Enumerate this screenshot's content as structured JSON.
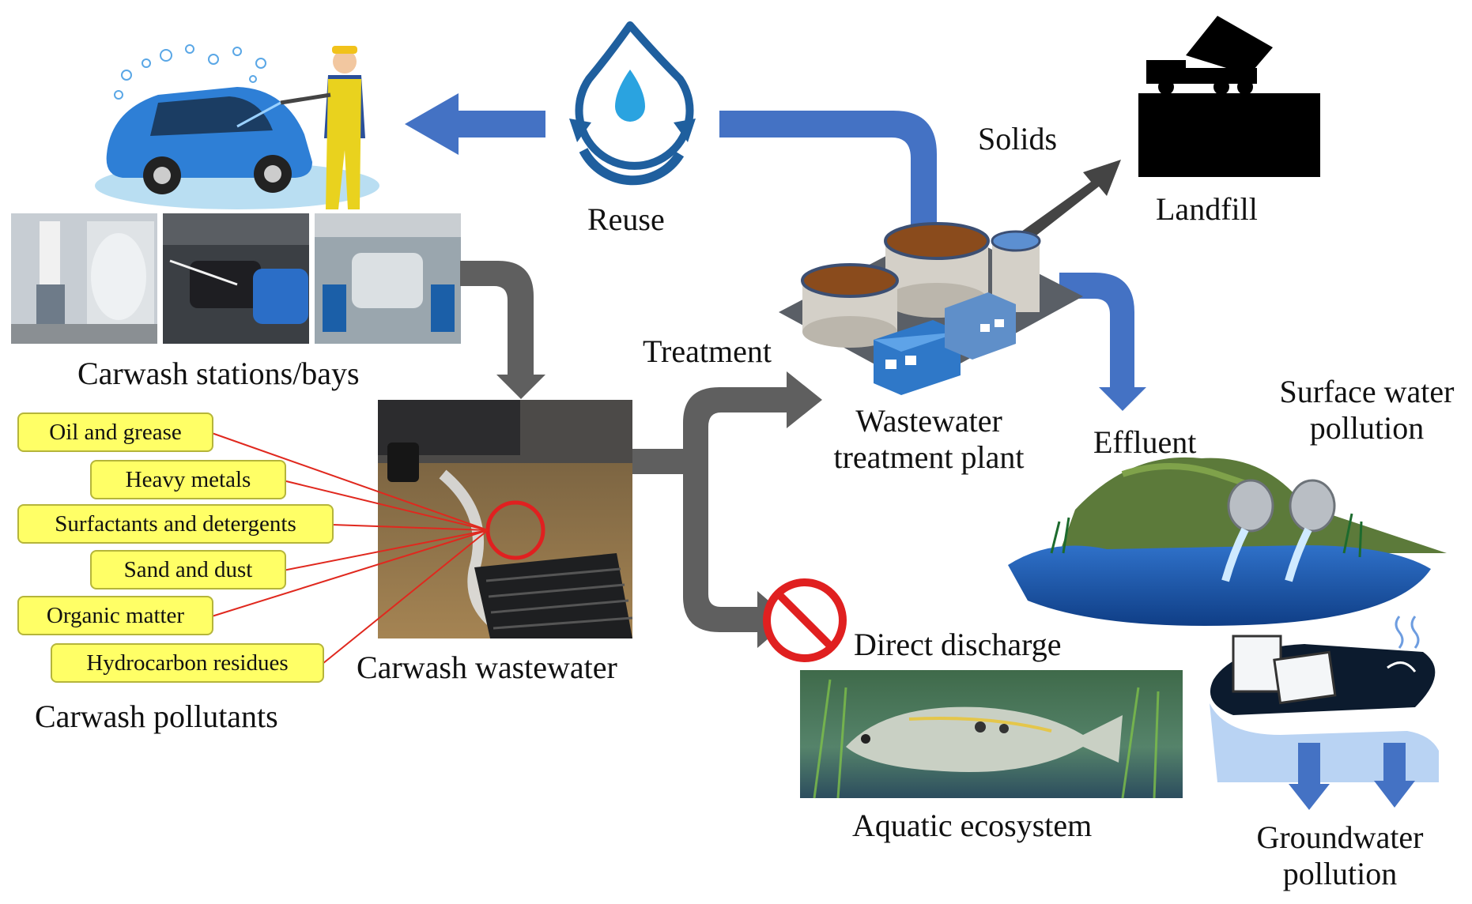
{
  "labels": {
    "reuse": "Reuse",
    "solids": "Solids",
    "landfill": "Landfill",
    "stations": "Carwash stations/bays",
    "treatment": "Treatment",
    "wwtp_line1": "Wastewater",
    "wwtp_line2": "treatment plant",
    "effluent": "Effluent",
    "surface_line1": "Surface water",
    "surface_line2": "pollution",
    "carwash_wastewater": "Carwash wastewater",
    "direct_discharge": "Direct discharge",
    "aquatic": "Aquatic ecosystem",
    "pollutants_title": "Carwash pollutants",
    "ground_line1": "Groundwater",
    "ground_line2": "pollution"
  },
  "pollutants": [
    "Oil and grease",
    "Heavy metals",
    "Surfactants and detergents",
    "Sand and dust",
    "Organic matter",
    "Hydrocarbon residues"
  ],
  "colors": {
    "blue_arrow": "#4472c4",
    "grey_arrow": "#5f5f5f",
    "pollutant_box": "#ffff66",
    "link_line": "#e0281e",
    "prohibition": "#e02020"
  },
  "icons": [
    "water-reuse-icon",
    "car-wash-illustration",
    "dump-truck-icon",
    "treatment-plant-illustration",
    "pipe-outfall-illustration",
    "leaking-barrel-illustration",
    "fish-photo",
    "no-entry-icon"
  ]
}
